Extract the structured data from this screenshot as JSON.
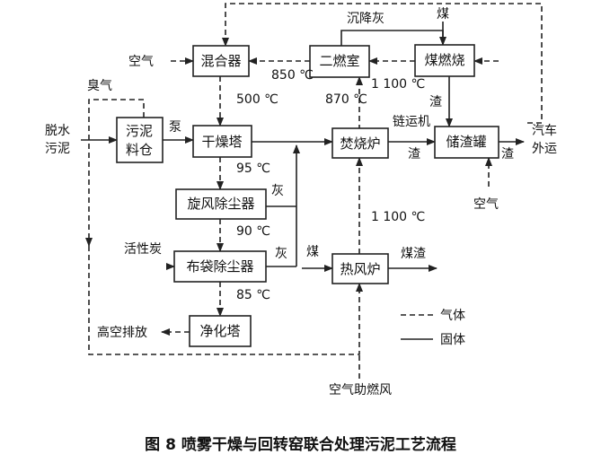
{
  "boxes": {
    "mixer": "混合器",
    "secondary_combustion": "二燃室",
    "coal_burn": "煤燃烧",
    "sludge_bin_line1": "污泥",
    "sludge_bin_line2": "料仓",
    "dryer_tower": "干燥塔",
    "incinerator": "焚烧炉",
    "slag_tank": "储渣罐",
    "cyclone": "旋风除尘器",
    "bag_filter": "布袋除尘器",
    "hot_air_furnace": "热风炉",
    "purify_tower": "净化塔"
  },
  "labels": {
    "settle_ash": "沉降灰",
    "coal_top": "煤",
    "air_left": "空气",
    "t850": "850 ℃",
    "t500": "500 ℃",
    "t870": "870 ℃",
    "t1100_top": "1 100 ℃",
    "odor_gas": "臭气",
    "dewatered_line1": "脱水",
    "dewatered_line2": "污泥",
    "pump": "泵",
    "chain_conveyor": "链运机",
    "slag_upper": "渣",
    "slag_mid": "渣",
    "slag_right": "渣",
    "truck_line1": "汽车",
    "truck_line2": "外运",
    "air_bottom_right": "空气",
    "t95": "95 ℃",
    "ash_cyclone": "灰",
    "t90": "90 ℃",
    "t1100_mid": "1 100 ℃",
    "activated_carbon": "活性炭",
    "ash_bag": "灰",
    "coal_mid": "煤",
    "coal_slag": "煤渣",
    "t85": "85 ℃",
    "high_emission": "高空排放",
    "air_combustion": "空气助燃风",
    "legend_gas": "气体",
    "legend_solid": "固体"
  },
  "caption": "图 8  喷雾干燥与回转窑联合处理污泥工艺流程"
}
